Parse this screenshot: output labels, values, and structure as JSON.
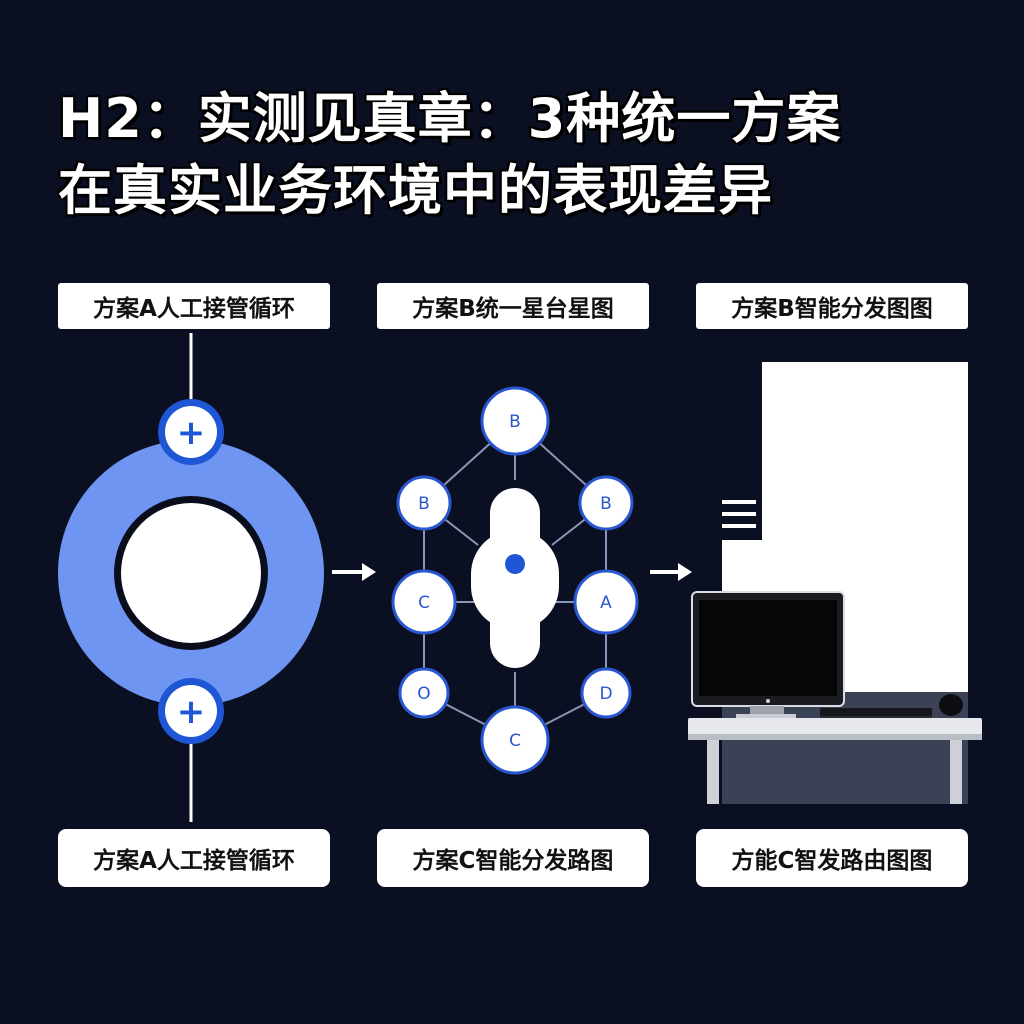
{
  "title": {
    "line1": "H2：实测见真章：3种统一方案",
    "line2": "在真实业务环境中的表现差异"
  },
  "labels": {
    "top": [
      "方案A人工接管循环",
      "方案B统一星台星图",
      "方案B智能分发图图"
    ],
    "bottom": [
      "方案A人工接管循环",
      "方案C智能分发路图",
      "方能C智发路由图图"
    ]
  },
  "panel_a": {
    "plus_symbol": "+"
  },
  "panel_b": {
    "nodes": [
      "B",
      "B",
      "B",
      "C",
      "A",
      "O",
      "D",
      "C"
    ]
  },
  "icons": [
    "plus-icon",
    "arrow-right-icon",
    "lock-keyhole-icon",
    "monitor-icon",
    "keyboard-icon",
    "desk-icon"
  ],
  "colors": {
    "background": "#0b0f22",
    "ring_blue": "#6e95f2",
    "accent_blue": "#1f56d6",
    "label_bg": "#ffffff",
    "node_stroke": "#2a57d0"
  }
}
